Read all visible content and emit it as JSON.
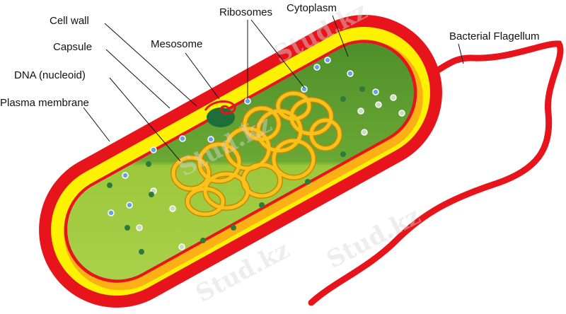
{
  "diagram": {
    "labels": {
      "cell_wall": "Cell wall",
      "capsule": "Capsule",
      "dna": "DNA (nucleoid)",
      "plasma_membrane": "Plasma membrane",
      "mesosome": "Mesosome",
      "ribosomes": "Ribosomes",
      "cytoplasm": "Cytoplasm",
      "flagellum": "Bacterial Flagellum"
    },
    "watermark": "Stud.kz",
    "colors": {
      "capsule_outer": "#e8141b",
      "cell_wall": "#fff200",
      "orange_layer": "#fbb116",
      "cytoplasm_dark": "#5a9a2e",
      "cytoplasm_light": "#9cc83c",
      "dna": "#f7c21a",
      "ribosome": "#6aa0e0"
    }
  }
}
